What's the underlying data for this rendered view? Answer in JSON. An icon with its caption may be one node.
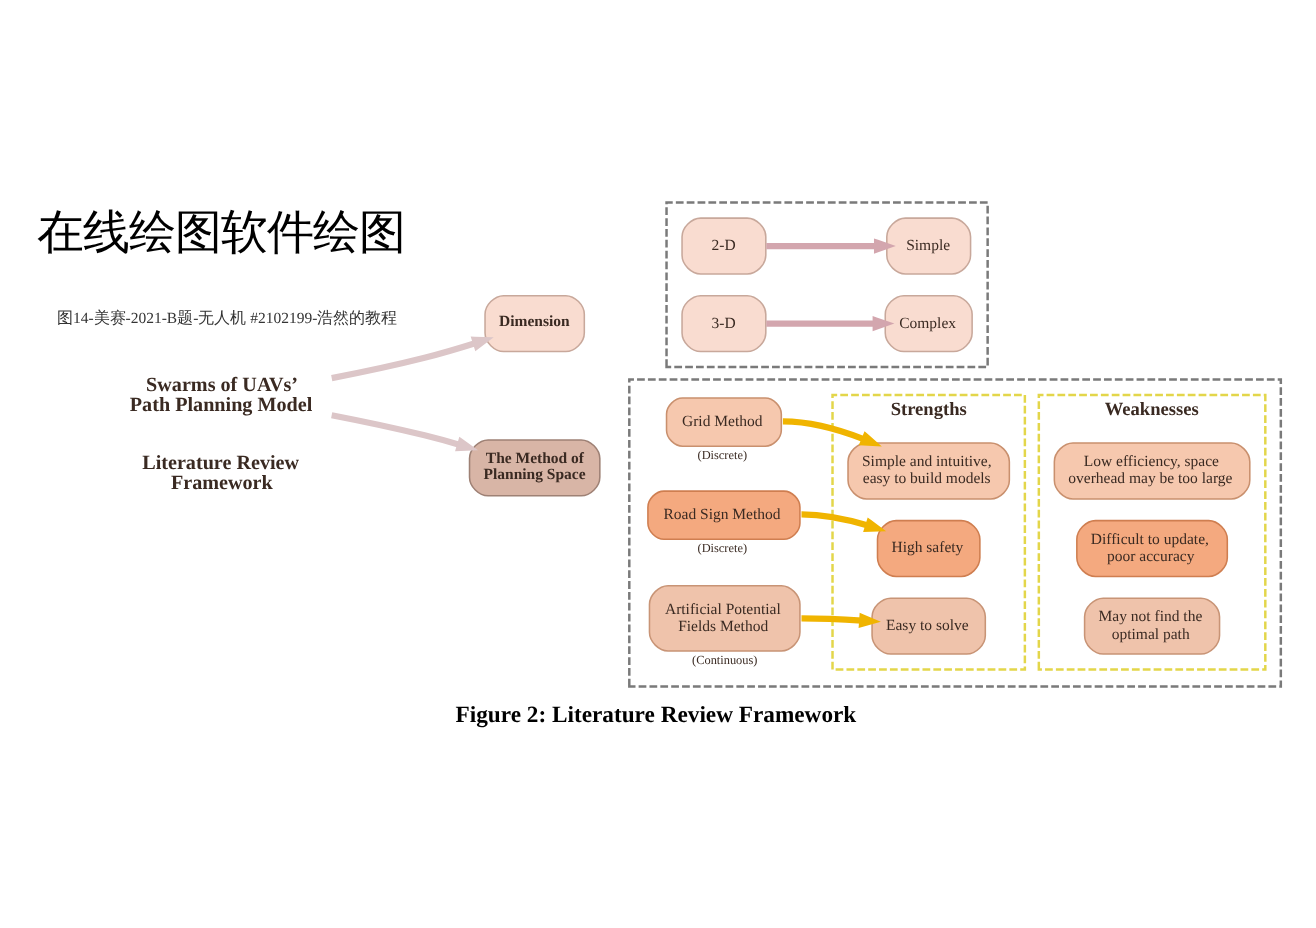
{
  "diagram": {
    "title": "在线绘图软件绘图",
    "caption": "Figure 2: Literature Review Framework",
    "nodes": [
      {
        "text": [
          "Swarms of UAVs’ Path Planning Model"
        ]
      },
      {
        "text": [
          "Dimension"
        ]
      },
      {
        "text": [],
        "shape": "box"
      },
      {
        "text": [
          "2-D"
        ],
        "in": 2
      },
      {
        "text": [
          "Simple"
        ],
        "in": 2
      },
      {
        "text": [
          "3-D"
        ],
        "in": 2
      },
      {
        "text": [
          "Complex"
        ],
        "in": 2
      },
      {
        "text": [
          "The Method of Planning Space"
        ]
      },
      {
        "text": [],
        "shape": "box"
      },
      {
        "text": [
          "Grid Method"
        ],
        "beside": [
          "(Discrete)"
        ],
        "in": 8
      },
      {
        "text": [
          "Strengths"
        ],
        "in": 8
      },
      {
        "text": [
          "Simple and intuitive, easy to build models"
        ],
        "in": 10
      },
      {
        "text": [
          "Weaknesses"
        ],
        "in": 8
      },
      {
        "text": [
          "Low efficiency, space overhead may be too large"
        ],
        "in": 12
      },
      {
        "text": [
          "Road Sign Method"
        ],
        "beside": [
          "(Discrete)"
        ],
        "in": 8
      },
      {
        "text": [
          "High safety"
        ],
        "in": 10
      },
      {
        "text": [
          "Difficult to update, poor accuracy"
        ],
        "in": 12
      },
      {
        "text": [
          "Artificial Potential Fields Method"
        ],
        "beside": [
          "(Continuous)"
        ],
        "in": 8
      },
      {
        "text": [
          "Easy to solve"
        ],
        "in": 10
      },
      {
        "text": [
          "May not find the optimal path"
        ],
        "in": 12
      }
    ],
    "edges": [
      {
        "from": 0,
        "to": 1,
        "arrow": "to",
        "color": "#dcc6c8"
      },
      {
        "from": 0,
        "to": 7,
        "arrow": "to",
        "color": "#dcc6c8"
      },
      {
        "from": 3,
        "to": 4,
        "arrow": "to",
        "color": "#d3a6ae"
      },
      {
        "from": 5,
        "to": 6,
        "arrow": "to",
        "color": "#d3a6ae"
      },
      {
        "from": 9,
        "to": 11,
        "arrow": "to"
      },
      {
        "from": 14,
        "to": 15,
        "arrow": "to"
      },
      {
        "from": 17,
        "to": 18,
        "arrow": "to"
      }
    ],
    "labels": [
      "图14-美赛-2021-B题-无人机 #2102199-浩然的教程",
      "Literature Review Framework"
    ]
  }
}
